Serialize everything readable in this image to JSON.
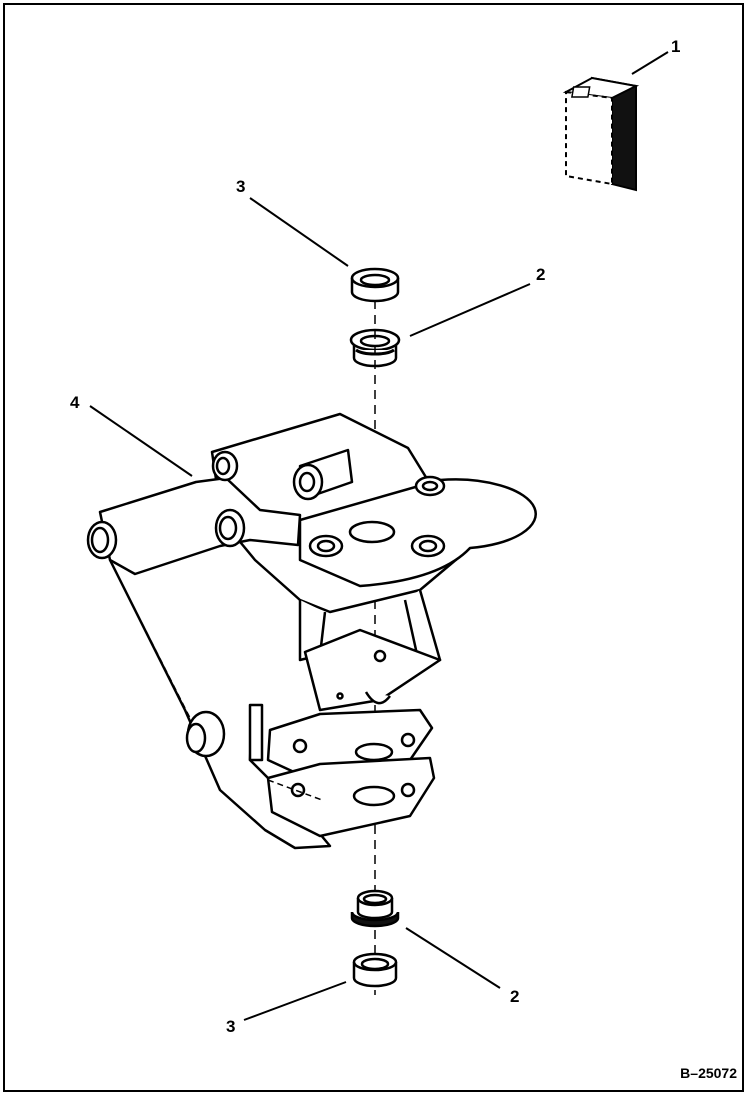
{
  "callouts": {
    "c1": "1",
    "c2_top": "2",
    "c2_bottom": "2",
    "c3_top": "3",
    "c3_bottom": "3",
    "c4": "4"
  },
  "figure_id": "B–25072",
  "colors": {
    "ink": "#000000",
    "paper": "#ffffff"
  }
}
